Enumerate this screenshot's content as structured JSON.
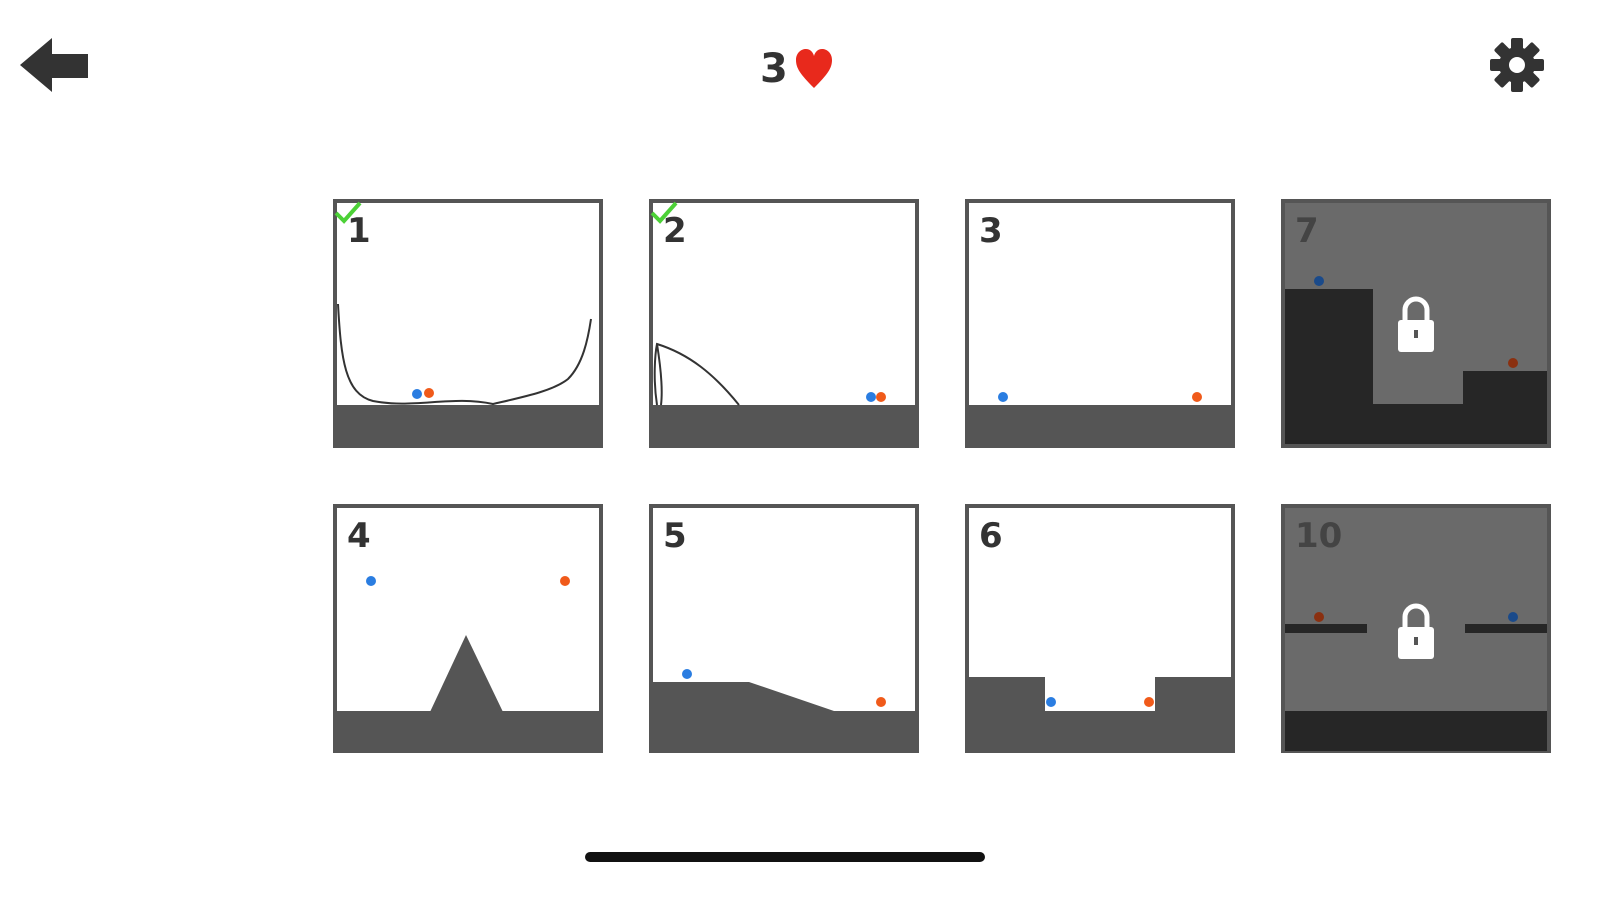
{
  "header": {
    "lives": "3",
    "back_icon": "back-arrow-icon",
    "settings_icon": "gear-icon",
    "heart_color": "#e8291c"
  },
  "levels": [
    {
      "number": "1",
      "completed": true,
      "locked": false
    },
    {
      "number": "2",
      "completed": true,
      "locked": false
    },
    {
      "number": "3",
      "completed": false,
      "locked": false
    },
    {
      "number": "7",
      "completed": false,
      "locked": true
    },
    {
      "number": "4",
      "completed": false,
      "locked": false
    },
    {
      "number": "5",
      "completed": false,
      "locked": false
    },
    {
      "number": "6",
      "completed": false,
      "locked": false
    },
    {
      "number": "10",
      "completed": false,
      "locked": true
    }
  ],
  "colors": {
    "blue": "#2a7de1",
    "orange": "#f05a1a",
    "ground": "#555555",
    "locked_bg": "#6a6a6a",
    "check": "#4cd137"
  }
}
